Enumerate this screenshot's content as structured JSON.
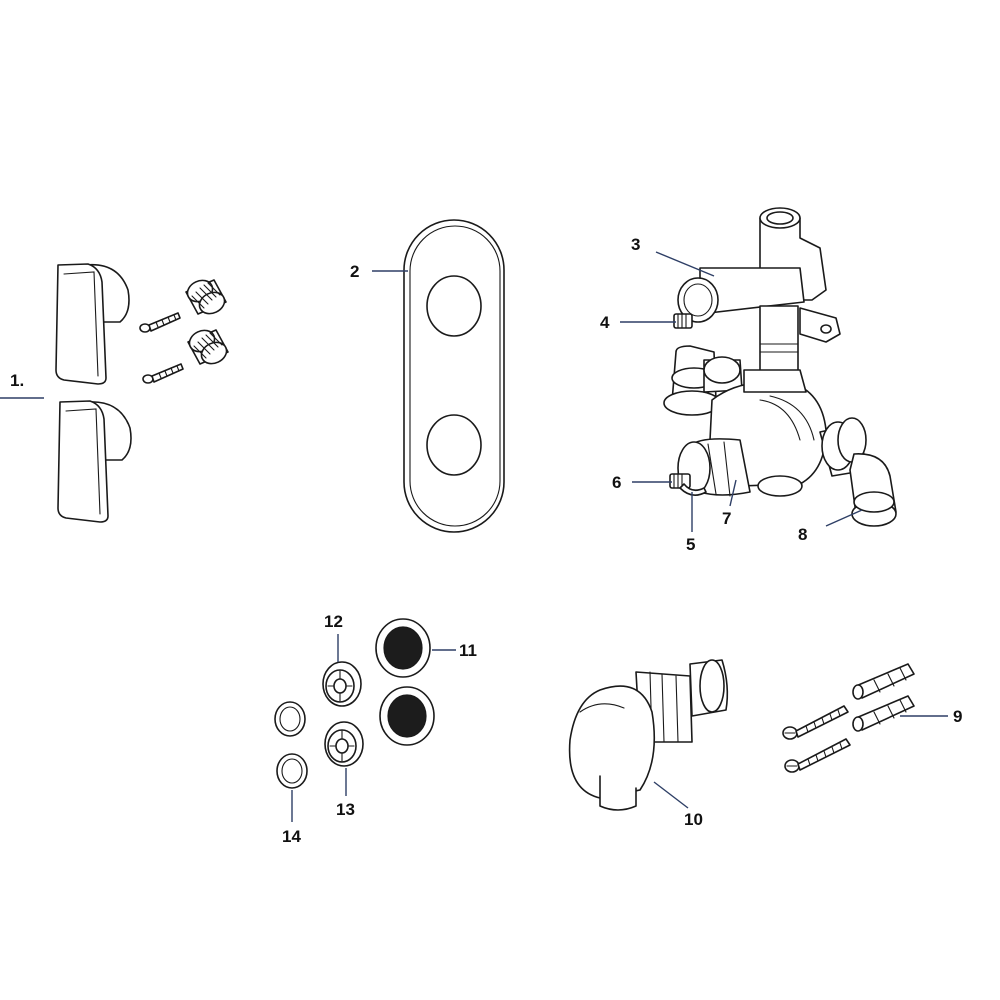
{
  "diagram": {
    "type": "exploded-parts-view",
    "colors": {
      "line": "#1a1a1a",
      "leader": "#2e3f66",
      "text": "#111111",
      "background": "#ffffff"
    },
    "callouts": [
      {
        "id": "1",
        "text": "1."
      },
      {
        "id": "2",
        "text": "2"
      },
      {
        "id": "3",
        "text": "3"
      },
      {
        "id": "4",
        "text": "4"
      },
      {
        "id": "5",
        "text": "5"
      },
      {
        "id": "6",
        "text": "6"
      },
      {
        "id": "7",
        "text": "7"
      },
      {
        "id": "8",
        "text": "8"
      },
      {
        "id": "9",
        "text": "9"
      },
      {
        "id": "10",
        "text": "10"
      },
      {
        "id": "11",
        "text": "11"
      },
      {
        "id": "12",
        "text": "12"
      },
      {
        "id": "13",
        "text": "13"
      },
      {
        "id": "14",
        "text": "14"
      }
    ]
  }
}
